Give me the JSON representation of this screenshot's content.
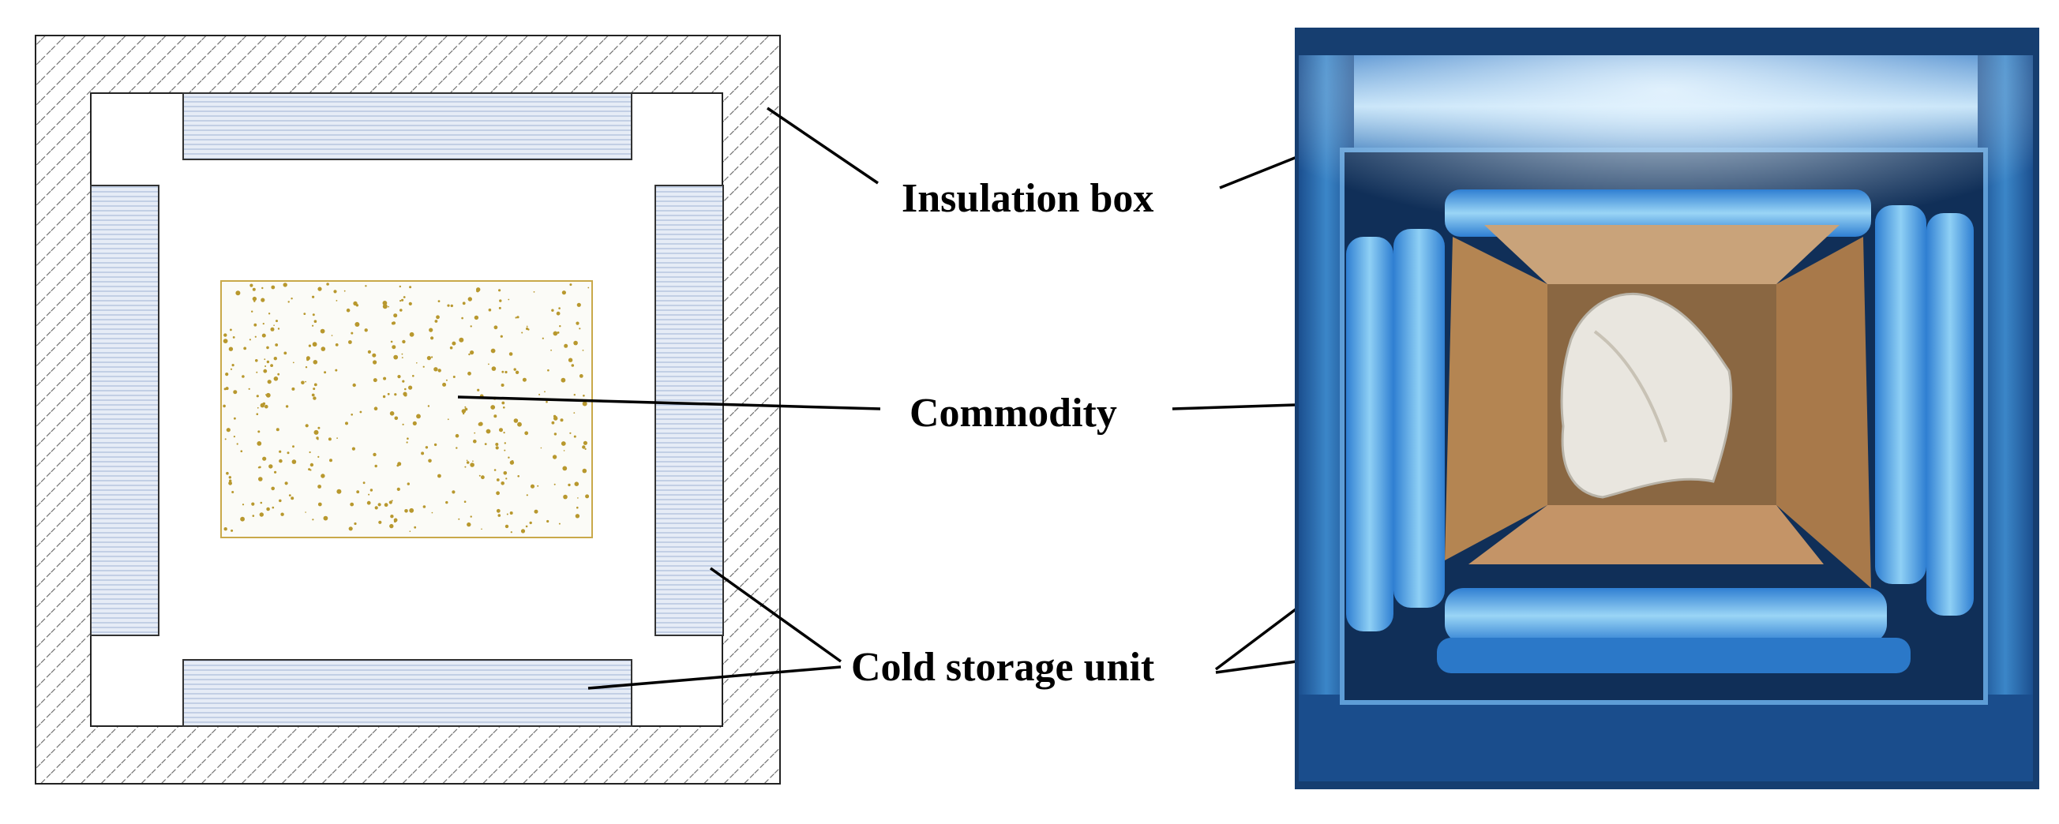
{
  "labels": {
    "insulation_box": "Insulation box",
    "commodity": "Commodity",
    "cold_storage_unit": "Cold storage unit"
  },
  "colors": {
    "hatch": "#555555",
    "cold_unit_fill": "#dfe7f3",
    "commodity_speckle": "#b8982e",
    "photo_blue": "#1f5fa8",
    "cardboard": "#b88a5a"
  }
}
